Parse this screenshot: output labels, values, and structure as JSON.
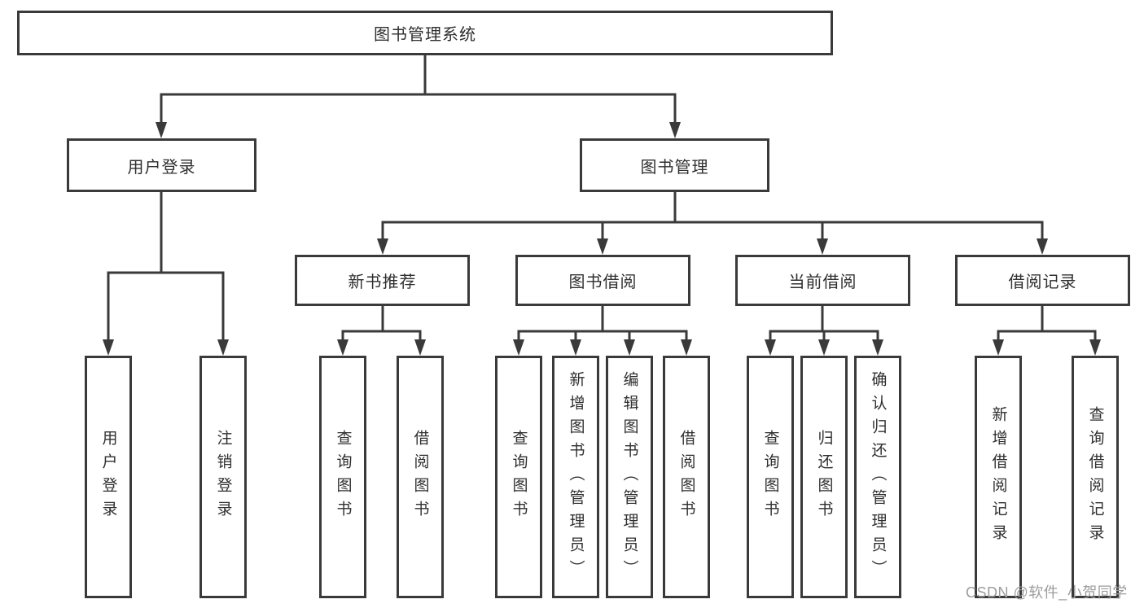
{
  "tree": {
    "root": {
      "label": "图书管理系统"
    },
    "user_login": {
      "label": "用户登录",
      "children": [
        "用户登录",
        "注销登录"
      ]
    },
    "book_mgmt": {
      "label": "图书管理"
    },
    "new_book_rec": {
      "label": "新书推荐",
      "children": [
        "查询图书",
        "借阅图书"
      ]
    },
    "book_borrow": {
      "label": "图书借阅",
      "children": [
        "查询图书",
        "新增图书（管理员）",
        "编辑图书（管理员）",
        "借阅图书"
      ]
    },
    "current_borrow": {
      "label": "当前借阅",
      "children": [
        "查询图书",
        "归还图书",
        "确认归还（管理员）"
      ]
    },
    "borrow_record": {
      "label": "借阅记录",
      "children": [
        "新增借阅记录",
        "查询借阅记录"
      ]
    }
  },
  "watermark": {
    "text": "CSDN @软件_小贺同学"
  },
  "colors": {
    "line": "#3a3a3a",
    "text": "#2f2f2f",
    "watermark": "#9c9c9c",
    "background": "#ffffff"
  }
}
